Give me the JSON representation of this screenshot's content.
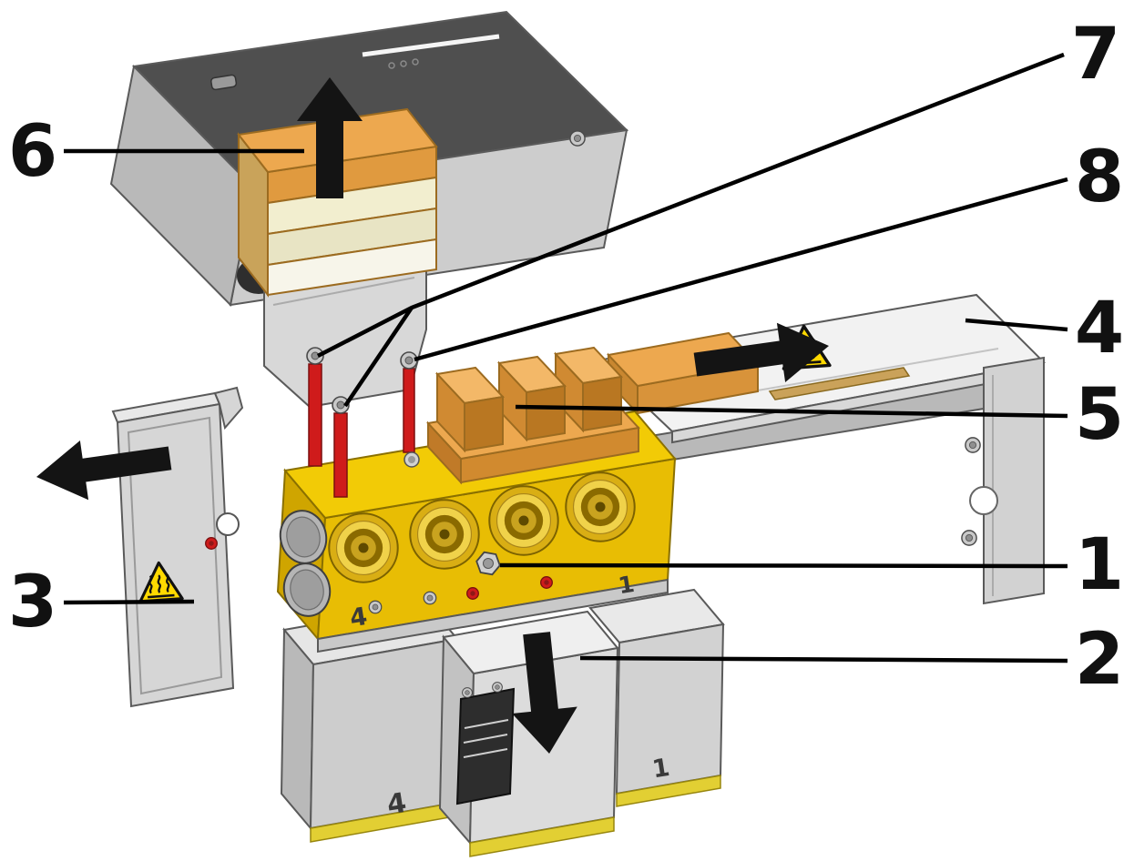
{
  "diagram": {
    "type": "exploded-assembly-diagram",
    "callouts": {
      "c1": "1",
      "c2": "2",
      "c3": "3",
      "c4": "4",
      "c5": "5",
      "c6": "6",
      "c7": "7",
      "c8": "8"
    },
    "part_markings": {
      "manifold_left": "4",
      "manifold_right": "1",
      "valve_left": "4",
      "valve_right": "1"
    },
    "arrow_directions": [
      "up",
      "right",
      "left",
      "down"
    ],
    "icons": {
      "warning": "hot-surface-warning",
      "screw": "screw-head",
      "port": "threaded-port"
    },
    "colors": {
      "manifold_yellow": "#f2cb06",
      "manifold_front": "#e8bd04",
      "manifold_side": "#cfa500",
      "heater_orange": "#eda84f",
      "pin_red": "#cf1b1b",
      "warning_yellow": "#ffd900",
      "strip_yellow": "#e2cf33",
      "arrow_black": "#141414",
      "enclosure_top": "#4f4f4f",
      "panel_gray": "#d6d6d6"
    }
  }
}
